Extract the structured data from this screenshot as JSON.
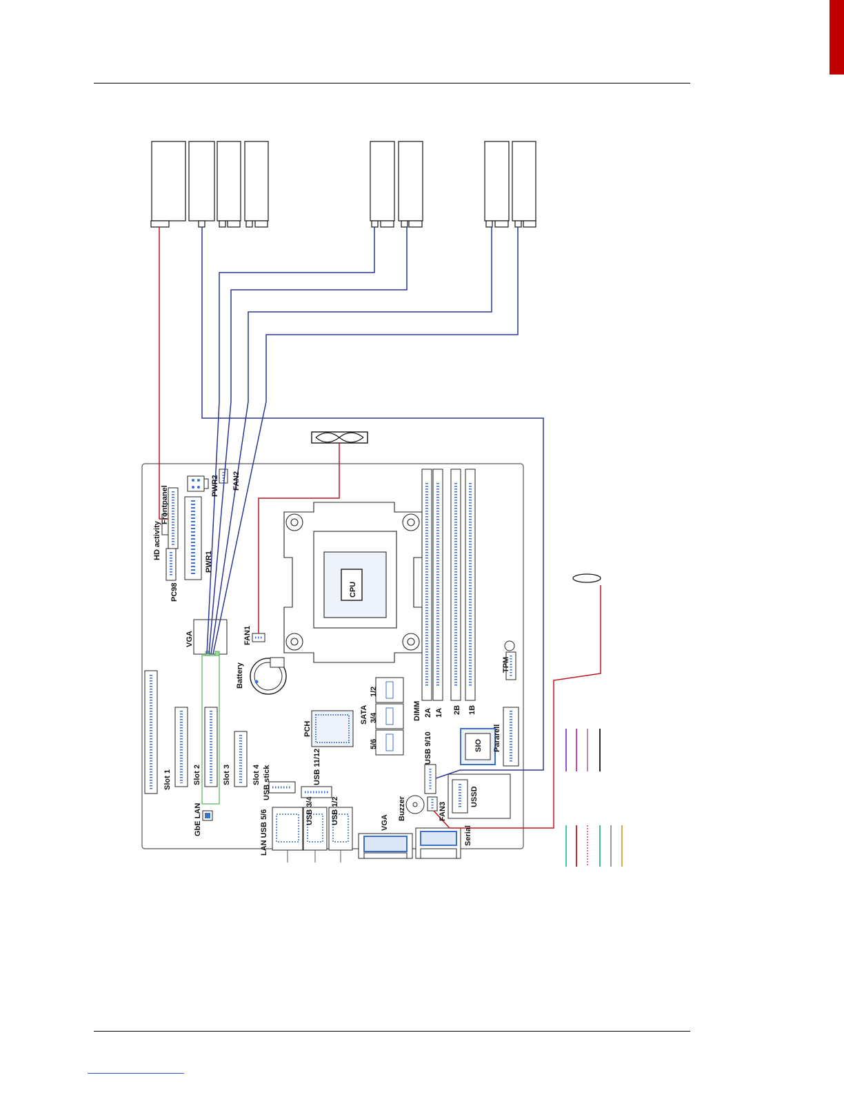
{
  "colors": {
    "red_cable": "#c0141c",
    "blue_cable": "#2a3595",
    "connector_blue": "#3a6fd0",
    "page_tab": "#c00000",
    "green_outline": "#55b055"
  },
  "board": {
    "slot1": "Slot 1",
    "slot2": "Slot 2",
    "slot3": "Slot 3",
    "slot4": "Slot 4",
    "pc98": "PC98",
    "hd_activity": "HD activity",
    "frontpanel": "Frontpanel",
    "pwr1": "PWR1",
    "pwr2": "PWR2",
    "fan2": "FAN2",
    "vga_internal": "VGA",
    "fan1": "FAN1",
    "battery": "Battery",
    "cpu": "CPU",
    "pch": "PCH",
    "sata": "SATA",
    "sata_12": "1/2",
    "sata_34": "3/4",
    "sata_56": "5/6",
    "dimm": "DIMM",
    "dimm_2a": "2A",
    "dimm_1a": "1A",
    "dimm_2b": "2B",
    "dimm_1b": "1B",
    "tpm": "TPM",
    "sio": "SIO",
    "parallel": "Pararell",
    "usb_910": "USB 9/10",
    "usb_1112": "USB 11/12",
    "usb_stick": "USB stick",
    "buzzer": "Buzzer",
    "fan3": "FAN3",
    "ussd": "USSD",
    "gbe_lan": "GbE LAN",
    "lan_usb56": "LAN USB 5/6",
    "usb_34": "USB 3/4",
    "usb_12": "USB 1/2",
    "vga_port": "VGA",
    "serial": "Serial"
  },
  "legend": {
    "top_colors": [
      "#8a3cc8",
      "#c030c0",
      "#b080b0",
      "#111111"
    ],
    "bottom_colors": [
      "#30c0b0",
      "#c0141c",
      "#e06070",
      "#30b090",
      "#909090",
      "#d0a040"
    ]
  }
}
